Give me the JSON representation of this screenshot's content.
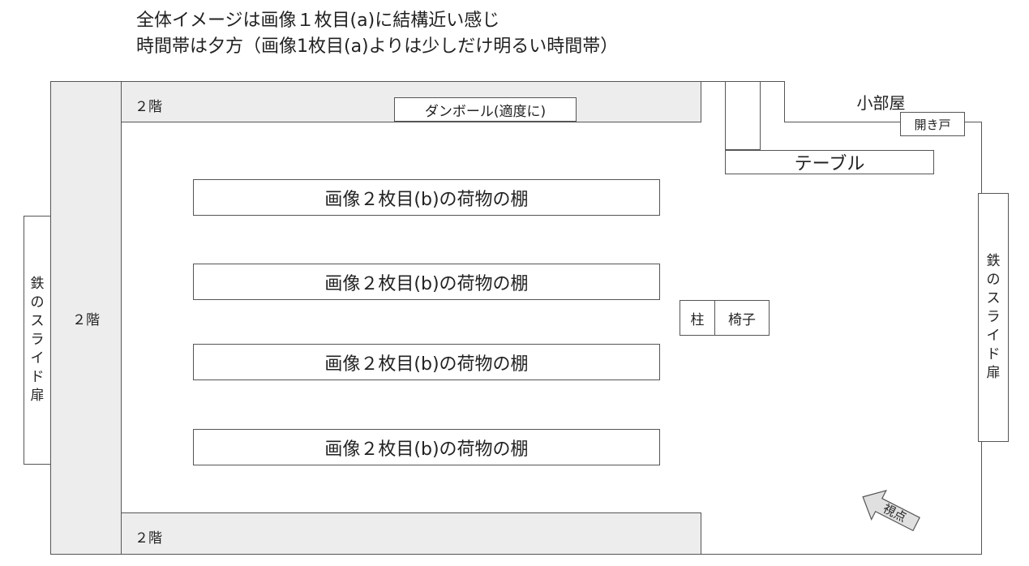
{
  "notes": {
    "line1": "全体イメージは画像１枚目(a)に結構近い感じ",
    "line2": "時間帯は夕方（画像1枚目(a)よりは少しだけ明るい時間帯）"
  },
  "floor2_label": "２階",
  "cardboard_label": "ダンボール(適度に)",
  "small_room_label": "小部屋",
  "hinged_door_label": "開き戸",
  "table_label": "テーブル",
  "shelf_label": "画像２枚目(b)の荷物の棚",
  "pillar_label": "柱",
  "chair_label": "椅子",
  "sliding_door_chars": [
    "鉄",
    "の",
    "ス",
    "ラ",
    "イ",
    "ド",
    "扉"
  ],
  "viewpoint_label": "視点",
  "colors": {
    "mezzanine_fill": "#ededed",
    "line": "#555555",
    "arrow_fill": "#e0e0e0"
  }
}
